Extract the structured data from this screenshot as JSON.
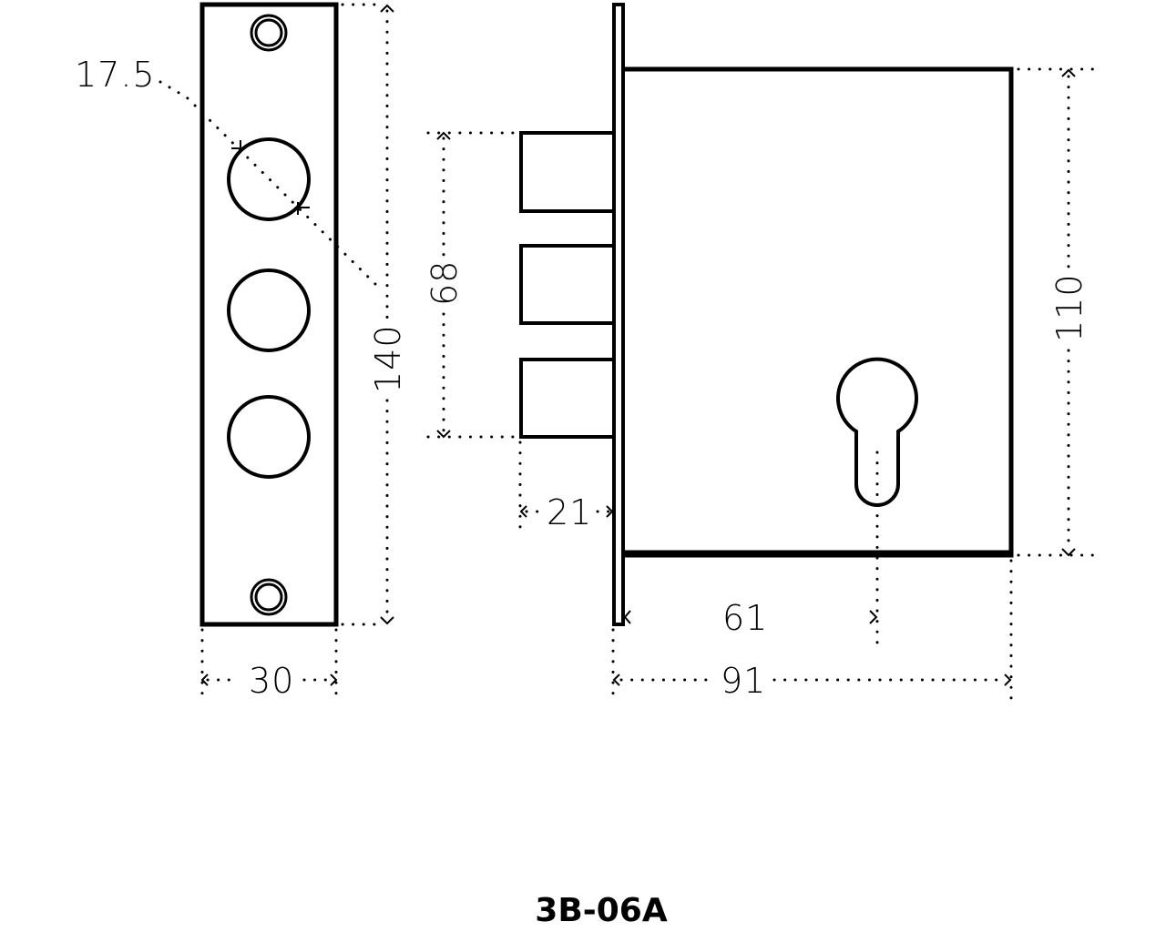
{
  "drawing": {
    "model": "3B-06A",
    "dimensions": {
      "hole_diameter": "17.5",
      "faceplate_height": "140",
      "faceplate_width": "30",
      "bolt_span": "68",
      "bolt_projection": "21",
      "case_height": "110",
      "backset": "61",
      "case_depth": "91"
    }
  }
}
